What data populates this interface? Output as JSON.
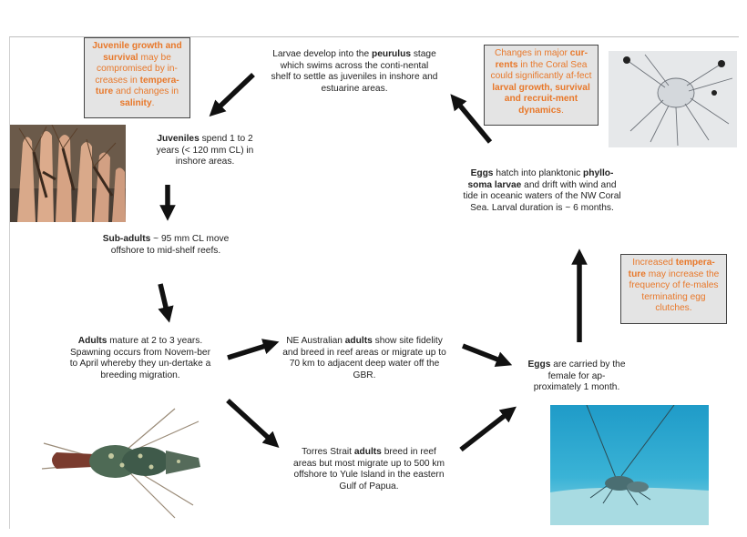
{
  "notes": {
    "juvenile": {
      "b1": "Juvenile growth and survival",
      "t1": " may be compromised by in-creases in ",
      "b2": "tempera-ture",
      "t2": " and changes in ",
      "b3": "salinity",
      "t3": "."
    },
    "currents": {
      "t1": "Changes in major ",
      "b1": "cur-rents",
      "t2": " in the Coral Sea could significantly af-fect ",
      "b2": "larval growth, survival and recruit-ment dynamics",
      "t3": "."
    },
    "temperature": {
      "t1": "Increased ",
      "b1": "tempera-ture",
      "t2": " may increase the frequency of fe-males terminating egg clutches."
    }
  },
  "stages": {
    "larvae": {
      "t1": "Larvae develop into the ",
      "b1": "peurulus",
      "t2": " stage which swims across the conti-nental shelf to settle as juveniles in inshore and estuarine areas."
    },
    "juveniles": {
      "b1": "Juveniles",
      "t1": " spend 1 to 2 years (< 120 mm CL) in inshore areas."
    },
    "subadults": {
      "b1": "Sub-adults",
      "t1": " ~ 95 mm CL move offshore to mid-shelf reefs."
    },
    "adults": {
      "b1": "Adults",
      "t1": " mature at 2 to 3 years. Spawning occurs from Novem-ber to April whereby they un-dertake a breeding migration."
    },
    "ne_adults": {
      "t1": "NE Australian ",
      "b1": "adults",
      "t2": " show site fidelity and breed in reef areas or migrate up to 70 km to adjacent deep water off the GBR."
    },
    "torres": {
      "t1": "Torres Strait ",
      "b1": "adults",
      "t2": " breed in reef areas but most migrate up to 500 km offshore to Yule Island in the eastern Gulf of Papua."
    },
    "eggs_carried": {
      "b1": "Eggs",
      "t1": " are carried by the female for ap-proximately 1 month."
    },
    "eggs_hatch": {
      "b1": "Eggs",
      "t1": " hatch into planktonic ",
      "b2": "phyllo-soma larvae",
      "t2": " and drift with wind and tide in oceanic waters of the NW Coral Sea. Larval duration is ~ 6 months."
    }
  },
  "colors": {
    "note_text": "#e8782a",
    "note_bg": "#e4e4e4",
    "arrow": "#111111"
  }
}
